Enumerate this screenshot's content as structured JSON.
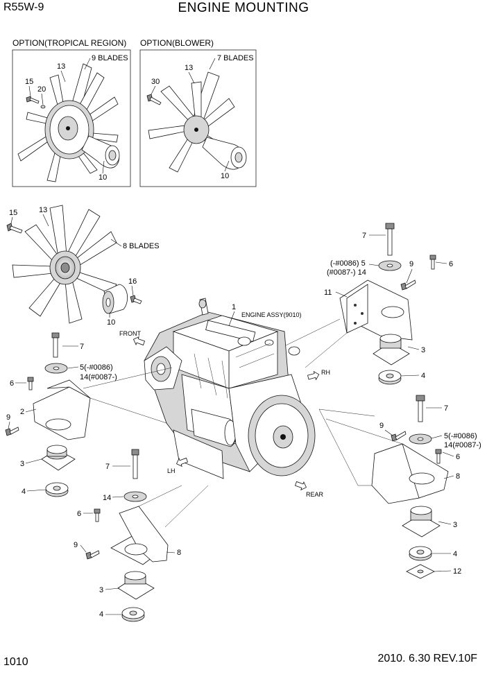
{
  "header": {
    "model": "R55W-9",
    "title": "ENGINE MOUNTING"
  },
  "footer": {
    "page_number": "1010",
    "revision": "2010. 6.30  REV.10F"
  },
  "option_boxes": {
    "tropical": {
      "title": "OPTION(TROPICAL REGION)",
      "blades": "9 BLADES",
      "labels": [
        "13",
        "15",
        "20",
        "10"
      ]
    },
    "blower": {
      "title": "OPTION(BLOWER)",
      "blades": "7 BLADES",
      "labels": [
        "13",
        "30",
        "10"
      ]
    }
  },
  "main_fan": {
    "blades": "8 BLADES",
    "labels": [
      "15",
      "13",
      "16",
      "10"
    ]
  },
  "engine": {
    "label_no": "1",
    "label_text": "ENGINE ASSY(9010)"
  },
  "directions": {
    "front": "FRONT",
    "rh": "RH",
    "lh": "LH",
    "rear": "REAR"
  },
  "mount_front_left": {
    "labels": [
      "7",
      "5(-#0086)",
      "14(#0087-)",
      "6",
      "2",
      "9",
      "3",
      "4"
    ]
  },
  "mount_rear_left": {
    "labels": [
      "7",
      "14",
      "6",
      "9",
      "8",
      "3",
      "4"
    ]
  },
  "mount_front_right": {
    "labels": [
      "7",
      "(-#0086) 5",
      "(#0087-) 14",
      "9",
      "6",
      "11",
      "3",
      "4"
    ]
  },
  "mount_rear_right": {
    "labels": [
      "7",
      "9",
      "5(-#0086)",
      "14(#0087-)",
      "6",
      "8",
      "3",
      "4",
      "12"
    ]
  }
}
